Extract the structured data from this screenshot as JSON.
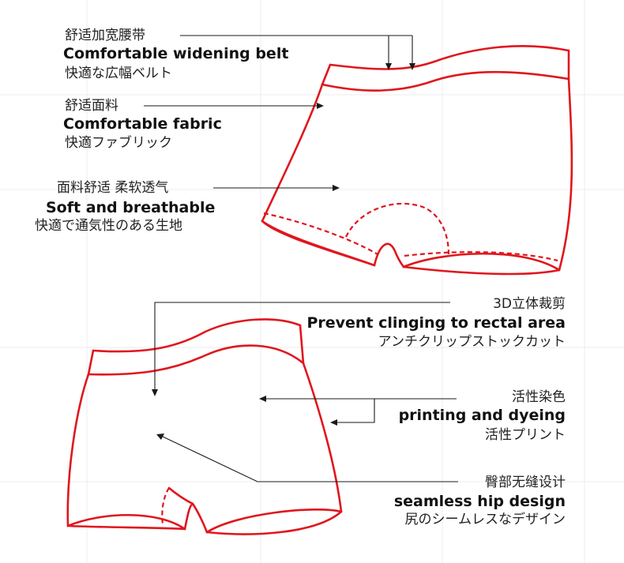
{
  "callouts": [
    {
      "cn": "舒适加宽腰带",
      "en": "Comfortable widening belt",
      "jp": "快適な広幅ベルト"
    },
    {
      "cn": "舒适面料",
      "en": "Comfortable fabric",
      "jp": "快適ファブリック"
    },
    {
      "cn": "面料舒适 柔软透气",
      "en": "Soft and breathable",
      "jp": "快適で通気性のある生地"
    },
    {
      "cn": "3D立体裁剪",
      "en": "Prevent clinging to rectal area",
      "jp": "アンチクリップストックカット"
    },
    {
      "cn": "活性染色",
      "en": "printing and dyeing",
      "jp": "活性プリント"
    },
    {
      "cn": "臀部无缝设计",
      "en": "seamless hip design",
      "jp": "尻のシームレスなデザイン"
    }
  ],
  "colors": {
    "garment_outline": "#e0161d",
    "leader_line": "#1a1a1a",
    "grid": "#ececec"
  }
}
